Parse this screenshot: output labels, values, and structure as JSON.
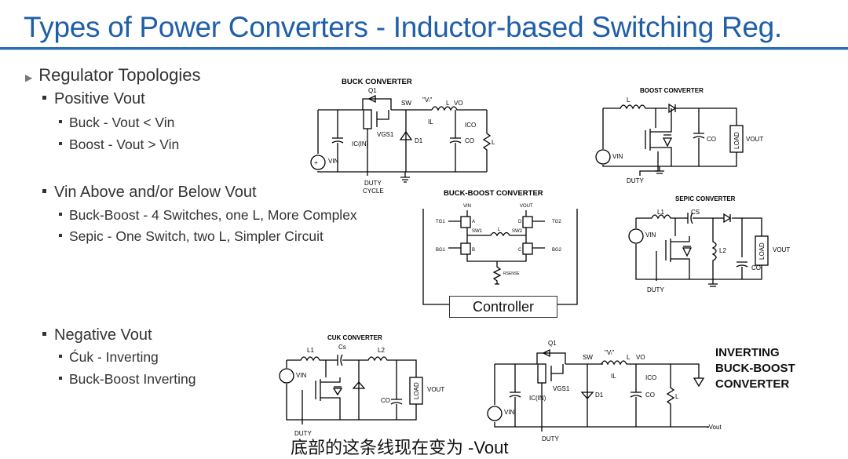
{
  "slide": {
    "title": "Types of Power Converters - Inductor-based Switching Reg."
  },
  "bullets": {
    "regulator_topologies": "Regulator Topologies",
    "positive_vout": "Positive Vout",
    "buck": "Buck - Vout < Vin",
    "boost": "Boost - Vout > Vin",
    "vin_above_below": "Vin Above and/or Below Vout",
    "buck_boost": "Buck-Boost - 4 Switches, one L, More Complex",
    "sepic": "Sepic - One Switch, two L, Simpler Circuit",
    "negative_vout": "Negative Vout",
    "cuk": "Ćuk - Inverting",
    "buck_boost_inverting": "Buck-Boost Inverting"
  },
  "diagrams": {
    "buck": {
      "title": "BUCK CONVERTER",
      "q1": "Q1",
      "sw": "SW",
      "vl": "\"Vₗ\"",
      "l": "L",
      "vo": "VO",
      "il": "IL",
      "ico": "ICO",
      "cin": "IC(IN)",
      "vgs": "VGS1",
      "d1": "D1",
      "co": "CO",
      "rl": "L",
      "vin": "VIN",
      "duty": "DUTY",
      "cycle": "CYCLE"
    },
    "boost": {
      "title": "BOOST CONVERTER",
      "l": "L",
      "vin": "VIN",
      "co": "CO",
      "load": "LOAD",
      "vout": "VOUT",
      "duty": "DUTY"
    },
    "buck_boost": {
      "title": "BUCK-BOOST CONVERTER",
      "vin": "VIN",
      "vout": "VOUT",
      "tg1": "TG1",
      "tg2": "TG2",
      "bg1": "BG1",
      "bg2": "BG2",
      "a": "A",
      "b": "B",
      "c": "C",
      "d": "D",
      "sw1": "SW1",
      "sw2": "SW2",
      "l": "L",
      "rsense": "RSENSE",
      "controller": "Controller"
    },
    "sepic": {
      "title": "SEPIC CONVERTER",
      "l1": "L1",
      "l2": "L2",
      "cs": "CS",
      "vin": "VIN",
      "co": "CO",
      "load": "LOAD",
      "vout": "VOUT",
      "duty": "DUTY"
    },
    "cuk": {
      "title": "CUK CONVERTER",
      "l1": "L1",
      "l2": "L2",
      "cs": "Cs",
      "vin": "VIN",
      "co": "CO",
      "load": "LOAD",
      "vout": "VOUT",
      "duty": "DUTY"
    },
    "inverting": {
      "title_line1": "INVERTING",
      "title_line2": "BUCK-BOOST",
      "title_line3": "CONVERTER",
      "q1": "Q1",
      "sw": "SW",
      "vl": "\"Vₗ\"",
      "l": "L",
      "vo": "VO",
      "il": "IL",
      "ico": "ICO",
      "cin": "IC(IN)",
      "vgs": "VGS1",
      "d1": "D1",
      "co": "CO",
      "rl": "L",
      "vin": "VIN",
      "duty": "DUTY",
      "neg_vout": "-Vout"
    }
  },
  "subtitle": "底部的这条线现在变为 -Vout"
}
